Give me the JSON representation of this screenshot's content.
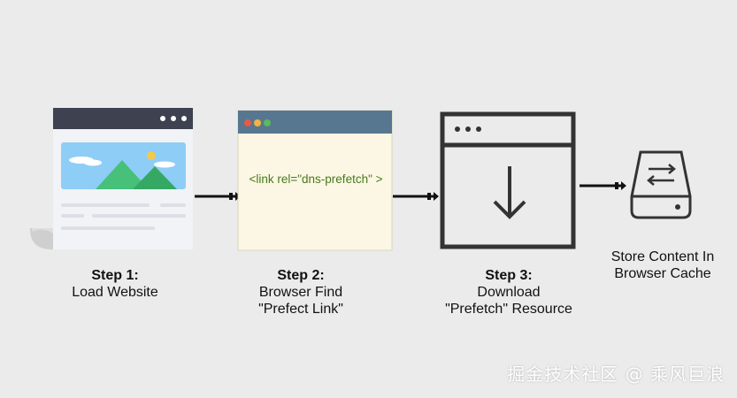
{
  "steps": [
    {
      "title": "Step 1:",
      "line1": "Load Website",
      "line2": ""
    },
    {
      "title": "Step 2:",
      "line1": "Browser Find",
      "line2": "\"Prefect Link\""
    },
    {
      "title": "Step 3:",
      "line1": "Download",
      "line2": "\"Prefetch\" Resource"
    },
    {
      "title": "",
      "line1": "Store Content In",
      "line2": "Browser Cache"
    }
  ],
  "code_snippet": "<link rel=\"dns-prefetch\" >",
  "watermark": "掘金技术社区 @ 乘风巨浪",
  "colors": {
    "background": "#ebebeb",
    "browser_bar": "#3d4150",
    "editor_bar": "#56778f",
    "editor_body": "#fbf7e4",
    "code_text": "#4a7a1a",
    "dark_stroke": "#333333",
    "sky": "#8ecdf6",
    "hill": "#3fb56e",
    "sun": "#f2c94c"
  },
  "icons": [
    "webpage-icon",
    "code-window-icon",
    "download-window-icon",
    "storage-drive-icon",
    "arrow-icon"
  ]
}
